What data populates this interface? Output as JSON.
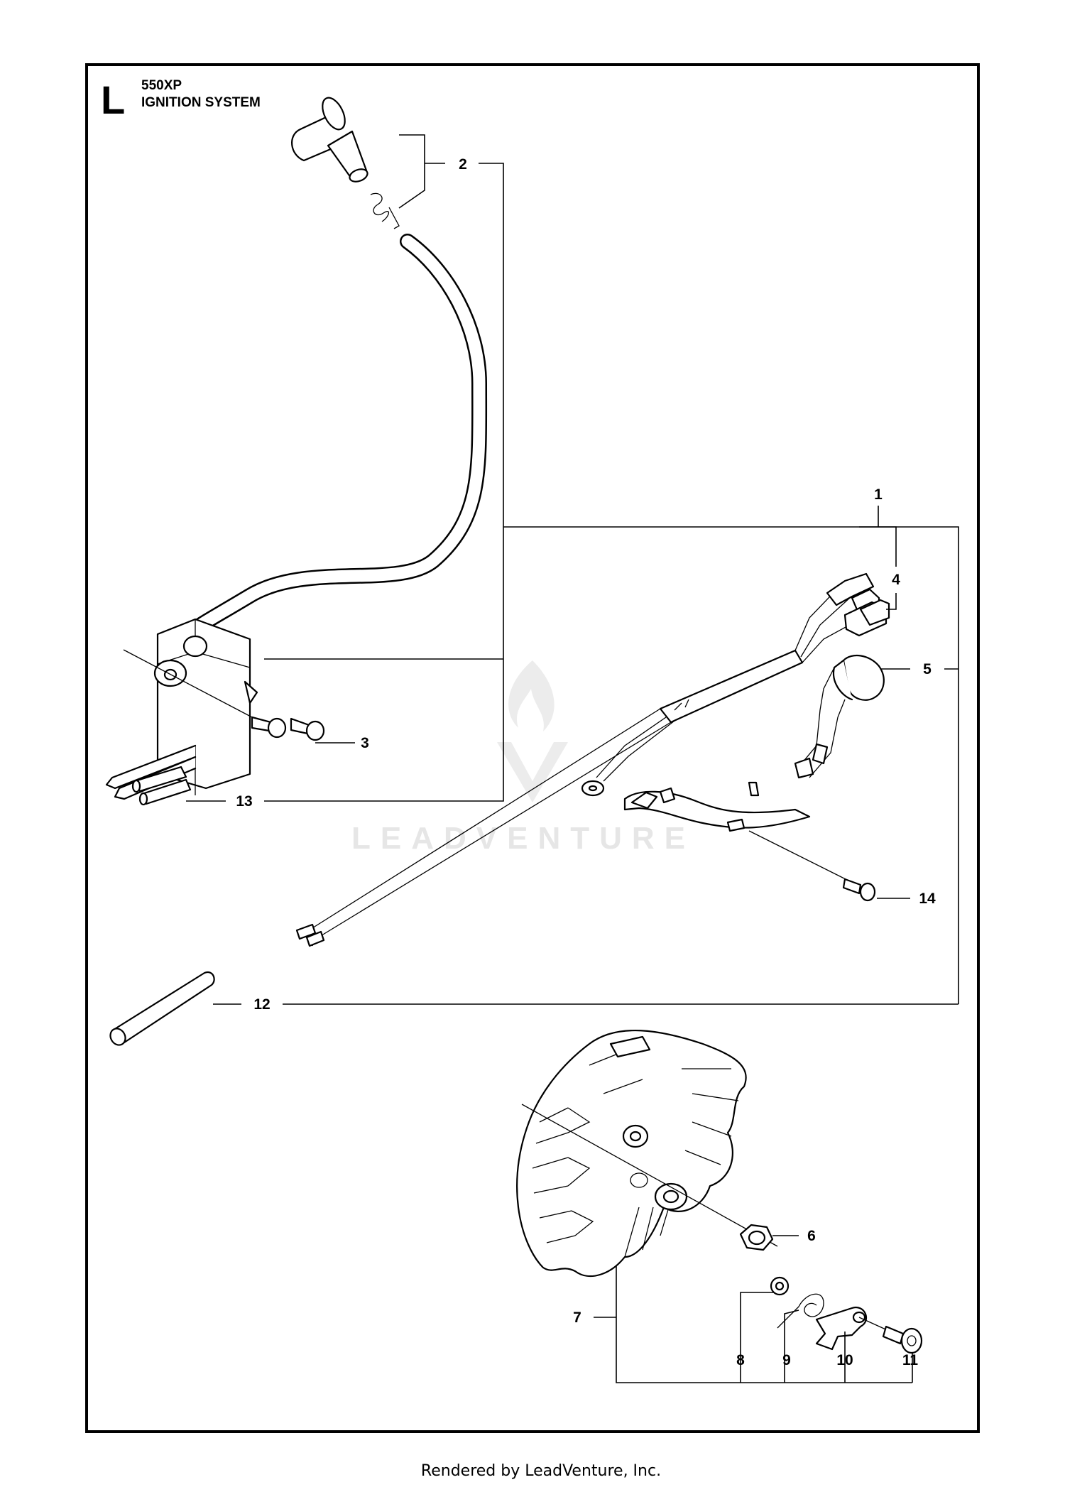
{
  "header": {
    "section_letter": "L",
    "model": "550XP",
    "title": "IGNITION SYSTEM"
  },
  "watermark": {
    "text": "LEADVENTURE"
  },
  "callouts": [
    {
      "id": "c1",
      "label": "1"
    },
    {
      "id": "c2",
      "label": "2"
    },
    {
      "id": "c3",
      "label": "3"
    },
    {
      "id": "c4",
      "label": "4"
    },
    {
      "id": "c5",
      "label": "5"
    },
    {
      "id": "c6",
      "label": "6"
    },
    {
      "id": "c7",
      "label": "7"
    },
    {
      "id": "c8",
      "label": "8"
    },
    {
      "id": "c9",
      "label": "9"
    },
    {
      "id": "c10",
      "label": "10"
    },
    {
      "id": "c11",
      "label": "11"
    },
    {
      "id": "c12",
      "label": "12"
    },
    {
      "id": "c13",
      "label": "13"
    },
    {
      "id": "c14",
      "label": "14"
    }
  ],
  "footer": {
    "text": "Rendered by LeadVenture, Inc."
  }
}
